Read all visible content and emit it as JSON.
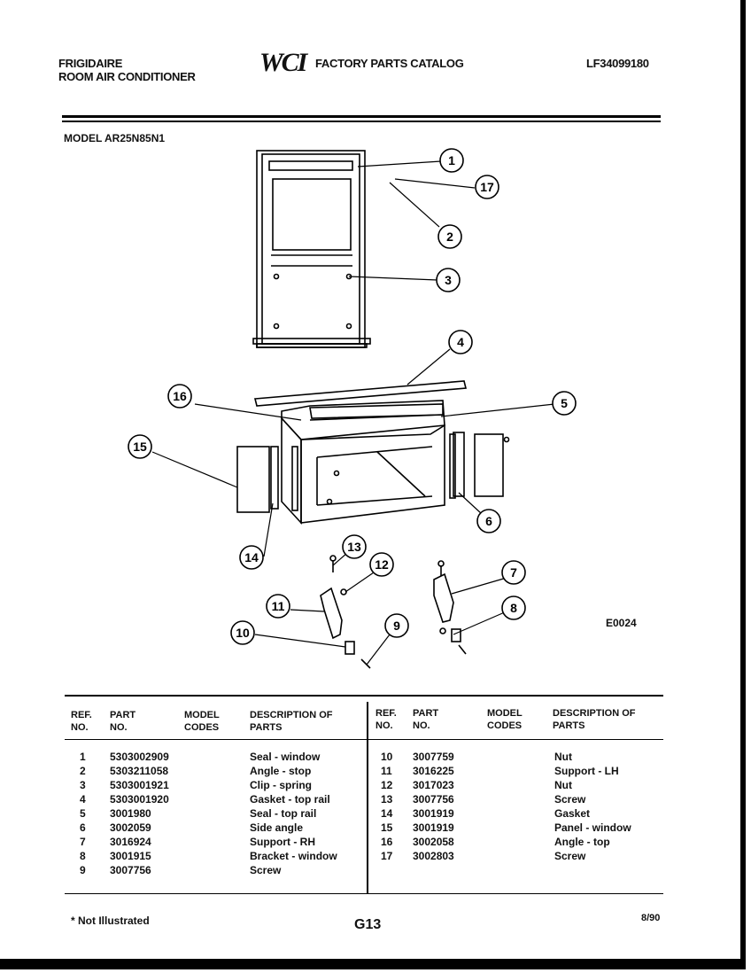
{
  "header": {
    "brand": "FRIGIDAIRE",
    "product": "ROOM AIR CONDITIONER",
    "logo": "WCI",
    "catalog_title": "FACTORY PARTS CATALOG",
    "catalog_number": "LF34099180"
  },
  "model_label": "MODEL AR25N85N1",
  "diagram_code": "E0024",
  "callouts": [
    "1",
    "17",
    "2",
    "3",
    "4",
    "16",
    "5",
    "15",
    "6",
    "14",
    "13",
    "12",
    "7",
    "11",
    "8",
    "10",
    "9"
  ],
  "table": {
    "headers": {
      "ref": "REF. NO.",
      "part": "PART NO.",
      "model": "MODEL CODES",
      "desc": "DESCRIPTION OF PARTS"
    },
    "left_rows": [
      {
        "ref": "1",
        "part": "5303002909",
        "model": "",
        "desc": "Seal - window"
      },
      {
        "ref": "2",
        "part": "5303211058",
        "model": "",
        "desc": "Angle - stop"
      },
      {
        "ref": "3",
        "part": "5303001921",
        "model": "",
        "desc": "Clip - spring"
      },
      {
        "ref": "4",
        "part": "5303001920",
        "model": "",
        "desc": "Gasket - top rail"
      },
      {
        "ref": "5",
        "part": "3001980",
        "model": "",
        "desc": "Seal - top rail"
      },
      {
        "ref": "6",
        "part": "3002059",
        "model": "",
        "desc": "Side angle"
      },
      {
        "ref": "7",
        "part": "3016924",
        "model": "",
        "desc": "Support - RH"
      },
      {
        "ref": "8",
        "part": "3001915",
        "model": "",
        "desc": "Bracket - window"
      },
      {
        "ref": "9",
        "part": "3007756",
        "model": "",
        "desc": "Screw"
      }
    ],
    "right_rows": [
      {
        "ref": "10",
        "part": "3007759",
        "model": "",
        "desc": "Nut"
      },
      {
        "ref": "11",
        "part": "3016225",
        "model": "",
        "desc": "Support - LH"
      },
      {
        "ref": "12",
        "part": "3017023",
        "model": "",
        "desc": "Nut"
      },
      {
        "ref": "13",
        "part": "3007756",
        "model": "",
        "desc": "Screw"
      },
      {
        "ref": "14",
        "part": "3001919",
        "model": "",
        "desc": "Gasket"
      },
      {
        "ref": "15",
        "part": "3001919",
        "model": "",
        "desc": "Panel - window"
      },
      {
        "ref": "16",
        "part": "3002058",
        "model": "",
        "desc": "Angle - top"
      },
      {
        "ref": "17",
        "part": "3002803",
        "model": "",
        "desc": "Screw"
      }
    ]
  },
  "footer": {
    "note": "* Not Illustrated",
    "page": "G13",
    "date": "8/90"
  }
}
